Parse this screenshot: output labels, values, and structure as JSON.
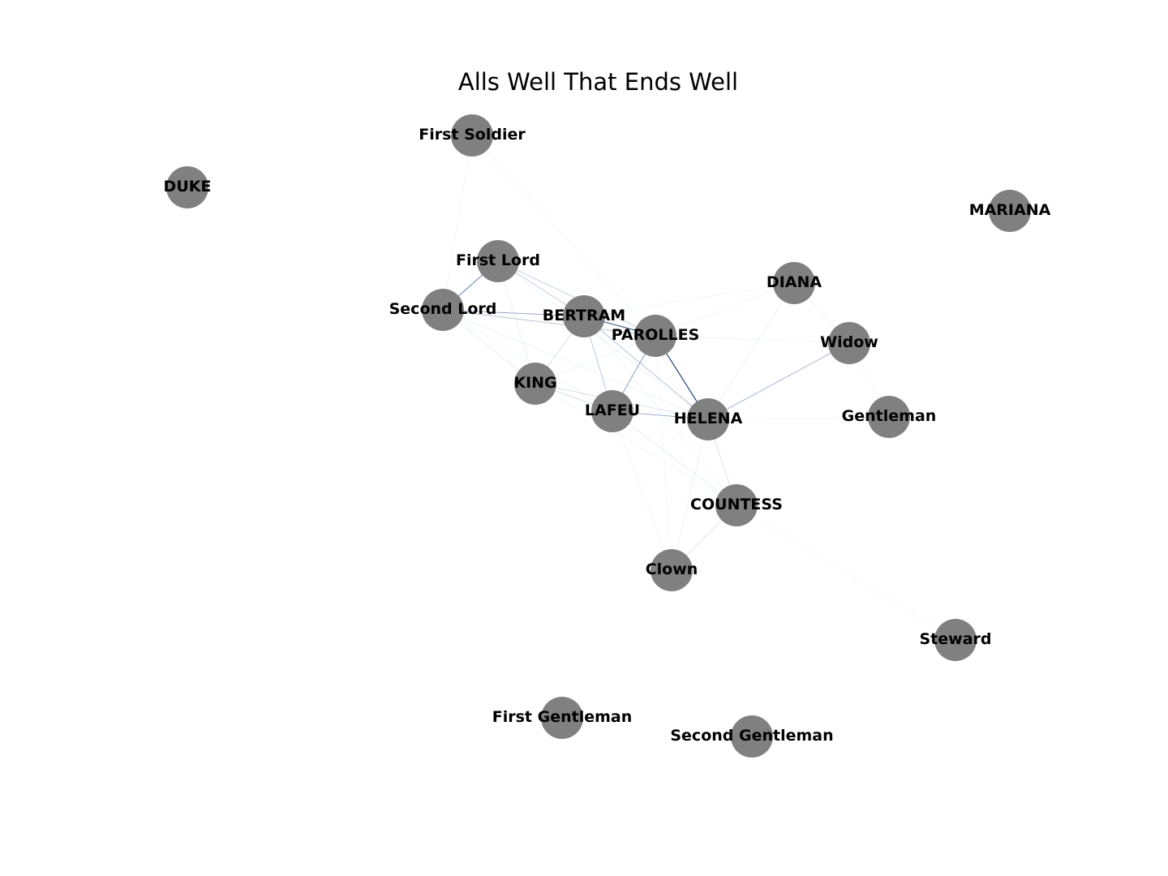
{
  "title": "Alls Well That Ends Well",
  "node_color": "#808080",
  "edge_color_light": "#c6dbef",
  "edge_color_dark": "#08306b",
  "nodes": [
    {
      "id": "first_soldier",
      "label": "First Soldier"
    },
    {
      "id": "duke",
      "label": "DUKE"
    },
    {
      "id": "mariana",
      "label": "MARIANA"
    },
    {
      "id": "first_lord",
      "label": "First Lord"
    },
    {
      "id": "diana",
      "label": "DIANA"
    },
    {
      "id": "second_lord",
      "label": "Second Lord"
    },
    {
      "id": "bertram",
      "label": "BERTRAM"
    },
    {
      "id": "parolles",
      "label": "PAROLLES"
    },
    {
      "id": "widow",
      "label": "Widow"
    },
    {
      "id": "king",
      "label": "KING"
    },
    {
      "id": "lafeu",
      "label": "LAFEU"
    },
    {
      "id": "helena",
      "label": "HELENA"
    },
    {
      "id": "gentleman",
      "label": "Gentleman"
    },
    {
      "id": "countess",
      "label": "COUNTESS"
    },
    {
      "id": "clown",
      "label": "Clown"
    },
    {
      "id": "steward",
      "label": "Steward"
    },
    {
      "id": "first_gentleman",
      "label": "First Gentleman"
    },
    {
      "id": "second_gentleman",
      "label": "Second Gentleman"
    }
  ],
  "edges": [
    {
      "source": "first_lord",
      "target": "second_lord",
      "weight": 0.75
    },
    {
      "source": "bertram",
      "target": "parolles",
      "weight": 0.9
    },
    {
      "source": "parolles",
      "target": "helena",
      "weight": 1.0
    },
    {
      "source": "bertram",
      "target": "second_lord",
      "weight": 0.6
    },
    {
      "source": "parolles",
      "target": "lafeu",
      "weight": 0.65
    },
    {
      "source": "lafeu",
      "target": "helena",
      "weight": 0.6
    },
    {
      "source": "helena",
      "target": "widow",
      "weight": 0.55
    },
    {
      "source": "first_lord",
      "target": "bertram",
      "weight": 0.45
    },
    {
      "source": "first_lord",
      "target": "parolles",
      "weight": 0.4
    },
    {
      "source": "second_lord",
      "target": "parolles",
      "weight": 0.5
    },
    {
      "source": "bertram",
      "target": "lafeu",
      "weight": 0.45
    },
    {
      "source": "bertram",
      "target": "helena",
      "weight": 0.5
    },
    {
      "source": "bertram",
      "target": "king",
      "weight": 0.3
    },
    {
      "source": "king",
      "target": "lafeu",
      "weight": 0.3
    },
    {
      "source": "king",
      "target": "helena",
      "weight": 0.3
    },
    {
      "source": "helena",
      "target": "countess",
      "weight": 0.3
    },
    {
      "source": "countess",
      "target": "clown",
      "weight": 0.25
    },
    {
      "source": "lafeu",
      "target": "countess",
      "weight": 0.2
    },
    {
      "source": "lafeu",
      "target": "clown",
      "weight": 0.12
    },
    {
      "source": "helena",
      "target": "clown",
      "weight": 0.15
    },
    {
      "source": "diana",
      "target": "widow",
      "weight": 0.15
    },
    {
      "source": "diana",
      "target": "helena",
      "weight": 0.18
    },
    {
      "source": "diana",
      "target": "parolles",
      "weight": 0.1
    },
    {
      "source": "diana",
      "target": "bertram",
      "weight": 0.08
    },
    {
      "source": "first_soldier",
      "target": "parolles",
      "weight": 0.1
    },
    {
      "source": "first_soldier",
      "target": "second_lord",
      "weight": 0.08
    },
    {
      "source": "countess",
      "target": "steward",
      "weight": 0.08
    },
    {
      "source": "widow",
      "target": "gentleman",
      "weight": 0.06
    },
    {
      "source": "helena",
      "target": "gentleman",
      "weight": 0.06
    },
    {
      "source": "second_lord",
      "target": "king",
      "weight": 0.2
    },
    {
      "source": "second_lord",
      "target": "helena",
      "weight": 0.15
    },
    {
      "source": "first_lord",
      "target": "king",
      "weight": 0.18
    },
    {
      "source": "first_lord",
      "target": "helena",
      "weight": 0.15
    },
    {
      "source": "king",
      "target": "countess",
      "weight": 0.12
    },
    {
      "source": "parolles",
      "target": "widow",
      "weight": 0.1
    },
    {
      "source": "king",
      "target": "parolles",
      "weight": 0.15
    },
    {
      "source": "bertram",
      "target": "countess",
      "weight": 0.12
    },
    {
      "source": "parolles",
      "target": "clown",
      "weight": 0.08
    },
    {
      "source": "second_lord",
      "target": "lafeu",
      "weight": 0.12
    }
  ]
}
